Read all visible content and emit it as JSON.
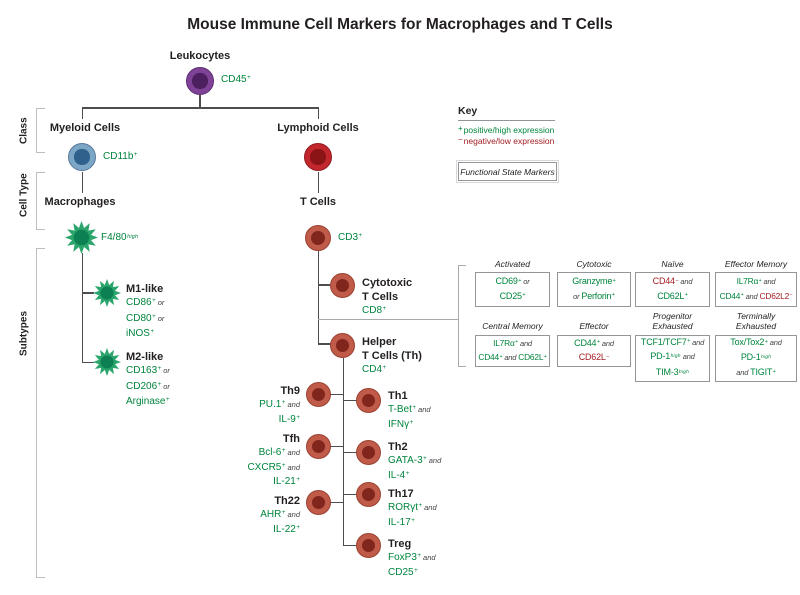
{
  "title": "Mouse Immune Cell Markers for Macrophages and T Cells",
  "colors": {
    "green": "#00843D",
    "red": "#A11E22",
    "dark": "#231F20",
    "conj": "#414042",
    "linedark": "#4D4D4F",
    "linegray": "#A7A9AC",
    "bracket": "#BCBEC0",
    "boxborder": "#939598",
    "purpleouter": "#7E4397",
    "purplecore": "#4D1F5E",
    "purpleborder": "#5E2B72",
    "blueouter": "#7CA6C5",
    "bluecore": "#30618C",
    "blueborder": "#58789A",
    "redouter": "#C1272D",
    "redcore": "#8A1416",
    "redborder": "#8F1A1E",
    "tcellouter": "#C05A49",
    "tcellcore": "#80261D",
    "tcellborder": "#9A4231",
    "macrobody": "#2AA56B",
    "macrocore": "#0C8052"
  },
  "sidebar": {
    "labels": [
      "Class",
      "Cell Type",
      "Subtypes"
    ]
  },
  "key": {
    "title": "Key",
    "positive_sign": "+",
    "positive_text": "positive/high expression",
    "negative_sign": "−",
    "negative_text": "negative/low expression",
    "functional_label": "Functional State Markers"
  },
  "tree": {
    "leukocytes": {
      "label": "Leukocytes",
      "marker": {
        "t": "CD45",
        "sup": "+",
        "c": "g"
      }
    },
    "myeloid": {
      "label": "Myeloid Cells",
      "marker": {
        "t": "CD11b",
        "sup": "+",
        "c": "g"
      }
    },
    "lymphoid": {
      "label": "Lymphoid Cells"
    },
    "macrophages": {
      "label": "Macrophages",
      "marker": {
        "t": "F4/80",
        "sup": "high",
        "c": "g"
      }
    },
    "tcells": {
      "label": "T Cells",
      "marker": {
        "t": "CD3",
        "sup": "+",
        "c": "g"
      }
    },
    "m1": {
      "label": "M1-like",
      "lines": [
        [
          {
            "t": "CD86",
            "sup": "+",
            "c": "g"
          },
          {
            "t": "or",
            "c": "j"
          }
        ],
        [
          {
            "t": "CD80",
            "sup": "+",
            "c": "g"
          },
          {
            "t": "or",
            "c": "j"
          }
        ],
        [
          {
            "t": "iNOS",
            "sup": "+",
            "c": "g"
          }
        ]
      ]
    },
    "m2": {
      "label": "M2-like",
      "lines": [
        [
          {
            "t": "CD163",
            "sup": "+",
            "c": "g"
          },
          {
            "t": "or",
            "c": "j"
          }
        ],
        [
          {
            "t": "CD206",
            "sup": "+",
            "c": "g"
          },
          {
            "t": "or",
            "c": "j"
          }
        ],
        [
          {
            "t": "Arginase",
            "sup": "+",
            "c": "g"
          }
        ]
      ]
    },
    "cytotoxic": {
      "label1": "Cytotoxic",
      "label2": "T Cells",
      "marker": {
        "t": "CD8",
        "sup": "+",
        "c": "g"
      }
    },
    "helper": {
      "label1": "Helper",
      "label2": "T Cells (Th)",
      "marker": {
        "t": "CD4",
        "sup": "+",
        "c": "g"
      }
    },
    "th_left": [
      {
        "label": "Th9",
        "lines": [
          [
            {
              "t": "PU.1",
              "sup": "+",
              "c": "g"
            },
            {
              "t": "and",
              "c": "j"
            }
          ],
          [
            {
              "t": "IL-9",
              "sup": "+",
              "c": "g"
            }
          ]
        ]
      },
      {
        "label": "Tfh",
        "lines": [
          [
            {
              "t": "Bcl-6",
              "sup": "+",
              "c": "g"
            },
            {
              "t": "and",
              "c": "j"
            }
          ],
          [
            {
              "t": "CXCR5",
              "sup": "+",
              "c": "g"
            },
            {
              "t": "and",
              "c": "j"
            }
          ],
          [
            {
              "t": "IL-21",
              "sup": "+",
              "c": "g"
            }
          ]
        ]
      },
      {
        "label": "Th22",
        "lines": [
          [
            {
              "t": "AHR",
              "sup": "+",
              "c": "g"
            },
            {
              "t": "and",
              "c": "j"
            }
          ],
          [
            {
              "t": "IL-22",
              "sup": "+",
              "c": "g"
            }
          ]
        ]
      }
    ],
    "th_right": [
      {
        "label": "Th1",
        "lines": [
          [
            {
              "t": "T-Bet",
              "sup": "+",
              "c": "g"
            },
            {
              "t": "and",
              "c": "j"
            }
          ],
          [
            {
              "t": "IFNγ",
              "sup": "+",
              "c": "g"
            }
          ]
        ]
      },
      {
        "label": "Th2",
        "lines": [
          [
            {
              "t": "GATA-3",
              "sup": "+",
              "c": "g"
            },
            {
              "t": "and",
              "c": "j"
            }
          ],
          [
            {
              "t": "IL-4",
              "sup": "+",
              "c": "g"
            }
          ]
        ]
      },
      {
        "label": "Th17",
        "lines": [
          [
            {
              "t": "RORγt",
              "sup": "+",
              "c": "g"
            },
            {
              "t": "and",
              "c": "j"
            }
          ],
          [
            {
              "t": "IL-17",
              "sup": "+",
              "c": "g"
            }
          ]
        ]
      },
      {
        "label": "Treg",
        "lines": [
          [
            {
              "t": "FoxP3",
              "sup": "+",
              "c": "g"
            },
            {
              "t": "and",
              "c": "j"
            }
          ],
          [
            {
              "t": "CD25",
              "sup": "+",
              "c": "g"
            }
          ]
        ]
      }
    ]
  },
  "functional_state": {
    "boxes": [
      {
        "label": [
          "Activated"
        ],
        "lines": [
          [
            {
              "t": "CD69",
              "sup": "+",
              "c": "g"
            },
            {
              "t": "or",
              "c": "j"
            }
          ],
          [
            {
              "t": "CD25",
              "sup": "+",
              "c": "g"
            }
          ]
        ]
      },
      {
        "label": [
          "Cytotoxic"
        ],
        "lines": [
          [
            {
              "t": "Granzyme",
              "sup": "+",
              "c": "g"
            }
          ],
          [
            {
              "t": "or",
              "c": "j"
            },
            {
              "t": "Perforin",
              "sup": "+",
              "c": "g"
            }
          ]
        ]
      },
      {
        "label": [
          "Naïve"
        ],
        "lines": [
          [
            {
              "t": "CD44",
              "sup": "−",
              "c": "r"
            },
            {
              "t": "and",
              "c": "j"
            }
          ],
          [
            {
              "t": "CD62L",
              "sup": "+",
              "c": "g"
            }
          ]
        ]
      },
      {
        "label": [
          "Effector Memory"
        ],
        "lines": [
          [
            {
              "t": "IL7Rα",
              "sup": "+",
              "c": "g"
            },
            {
              "t": "and",
              "c": "j"
            }
          ],
          [
            {
              "t": "CD44",
              "sup": "+",
              "c": "g"
            },
            {
              "t": "and",
              "c": "j"
            },
            {
              "t": "CD62L2",
              "sup": "−",
              "c": "r"
            }
          ]
        ]
      },
      {
        "label": [
          "Central Memory"
        ],
        "lines": [
          [
            {
              "t": "IL7Rα",
              "sup": "+",
              "c": "g"
            },
            {
              "t": "and",
              "c": "j"
            }
          ],
          [
            {
              "t": "CD44",
              "sup": "+",
              "c": "g"
            },
            {
              "t": "and",
              "c": "j"
            },
            {
              "t": "CD62L",
              "sup": "+",
              "c": "g"
            }
          ]
        ]
      },
      {
        "label": [
          "Effector"
        ],
        "lines": [
          [
            {
              "t": "CD44",
              "sup": "+",
              "c": "g"
            },
            {
              "t": "and",
              "c": "j"
            }
          ],
          [
            {
              "t": "CD62L",
              "sup": "−",
              "c": "r"
            }
          ]
        ]
      },
      {
        "label": [
          "Progenitor",
          "Exhausted"
        ],
        "lines": [
          [
            {
              "t": "TCF1/TCF7",
              "sup": "+",
              "c": "g"
            },
            {
              "t": "and",
              "c": "j"
            }
          ],
          [
            {
              "t": "PD-1",
              "sup": "high",
              "c": "g"
            },
            {
              "t": "and",
              "c": "j"
            }
          ],
          [
            {
              "t": "TIM-3",
              "sup": "high",
              "c": "g"
            }
          ]
        ]
      },
      {
        "label": [
          "Terminally",
          "Exhausted"
        ],
        "lines": [
          [
            {
              "t": "Tox/Tox2",
              "sup": "+",
              "c": "g"
            },
            {
              "t": "and",
              "c": "j"
            }
          ],
          [
            {
              "t": "PD-1",
              "sup": "high",
              "c": "g"
            }
          ],
          [
            {
              "t": "and",
              "c": "j"
            },
            {
              "t": "TIGIT",
              "sup": "+",
              "c": "g"
            }
          ]
        ]
      }
    ]
  }
}
